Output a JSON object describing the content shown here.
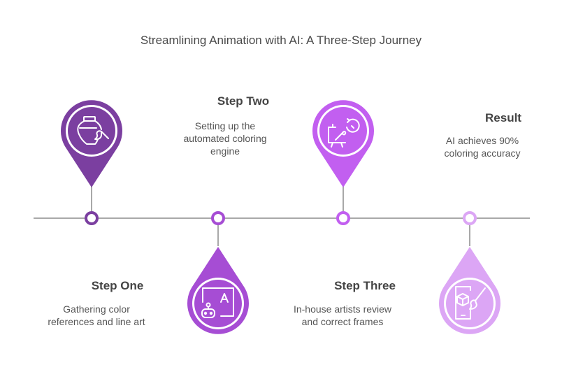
{
  "title": "Streamlining Animation with AI: A Three-Step Journey",
  "colors": {
    "line": "#a8a8a8",
    "step1": "#7b3fa0",
    "step2": "#a64dd4",
    "step3": "#c25ff0",
    "result": "#dca6f5"
  },
  "steps": [
    {
      "title": "Step One",
      "desc_lines": [
        "Gathering color",
        "references and line art"
      ],
      "icon": "vase-brush-icon"
    },
    {
      "title": "Step Two",
      "desc_lines": [
        "Setting up the",
        "automated coloring",
        "engine"
      ],
      "icon": "robot-text-icon"
    },
    {
      "title": "Step Three",
      "desc_lines": [
        "In-house artists review",
        "and correct frames"
      ],
      "icon": "easel-refresh-icon"
    },
    {
      "title": "Result",
      "desc_lines": [
        "AI achieves 90%",
        "coloring accuracy"
      ],
      "icon": "phone-cube-brush-icon"
    }
  ]
}
